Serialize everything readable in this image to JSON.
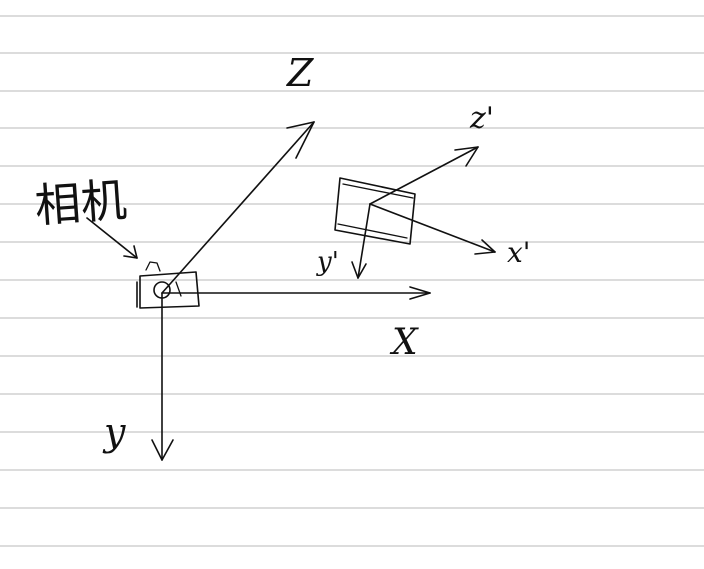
{
  "diagram": {
    "world_axes": {
      "x_label": "X",
      "y_label": "y",
      "z_label": "Z"
    },
    "camera_axes": {
      "x_label": "x'",
      "y_label": "y'",
      "z_label": "z'"
    },
    "camera_note": "相机"
  }
}
